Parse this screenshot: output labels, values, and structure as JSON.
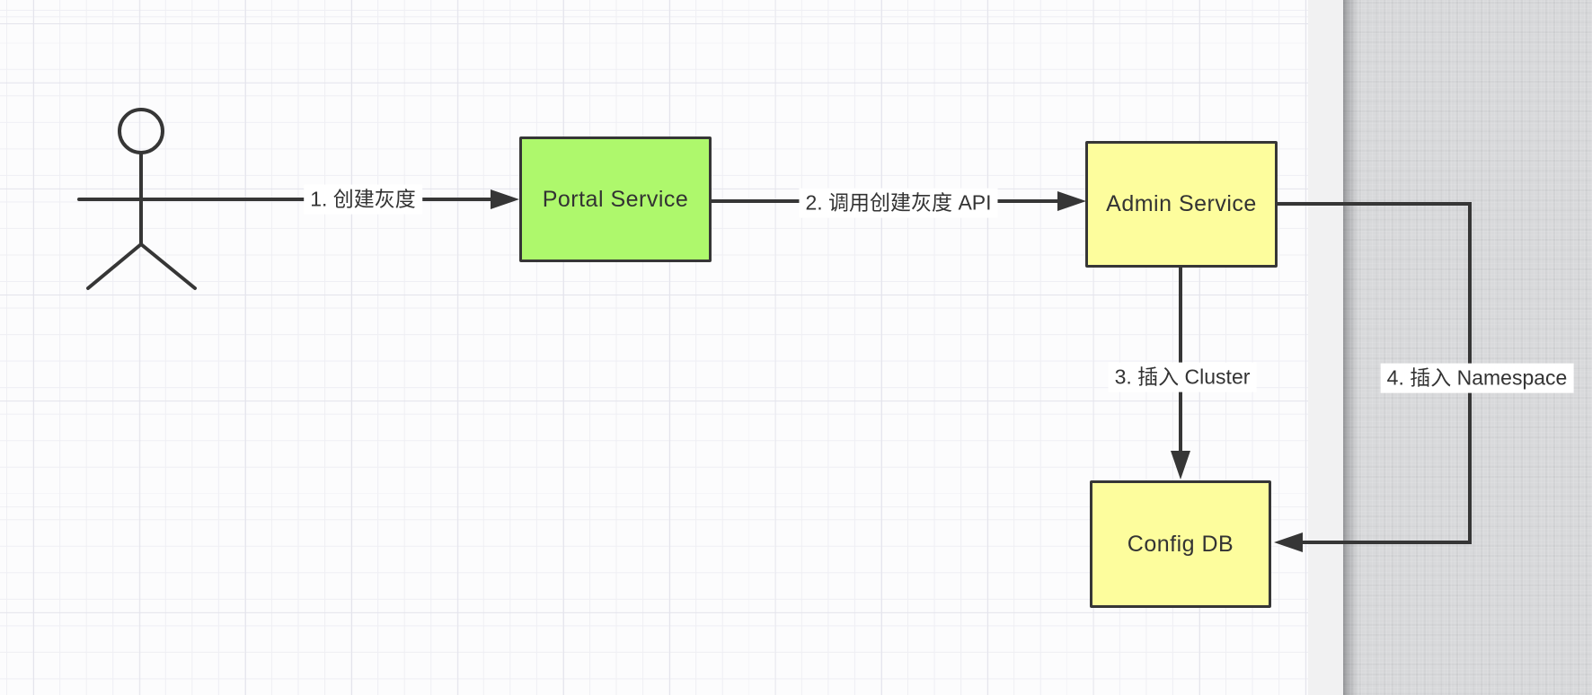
{
  "app": {
    "view": "flow-diagram-canvas"
  },
  "diagram": {
    "actor": {
      "name": "user",
      "shape": "stick-figure"
    },
    "nodes": [
      {
        "id": "portal",
        "label": "Portal Service",
        "fill": "#aef86c"
      },
      {
        "id": "admin",
        "label": "Admin Service",
        "fill": "#fdfd9d"
      },
      {
        "id": "configdb",
        "label": "Config DB",
        "fill": "#fdfd9d"
      }
    ],
    "edges": [
      {
        "id": "step1",
        "label": "1. 创建灰度",
        "from": "actor",
        "to": "portal"
      },
      {
        "id": "step2",
        "label": "2. 调用创建灰度 API",
        "from": "portal",
        "to": "admin"
      },
      {
        "id": "step3",
        "label": "3. 插入 Cluster",
        "from": "admin",
        "to": "configdb"
      },
      {
        "id": "step4",
        "label": "4. 插入 Namespace",
        "from": "admin",
        "to": "configdb"
      }
    ],
    "colors": {
      "connector": "#363636",
      "node_border": "#363636",
      "node_green": "#aef86c",
      "node_yellow": "#fdfd9d",
      "label_text": "#333333",
      "canvas_bg": "#fcfcfd",
      "grid_minor": "#efeff4",
      "grid_major": "#e4e4ec",
      "margin_strip": "#f1f1f2",
      "desk_bg": "#d8d9db"
    }
  }
}
